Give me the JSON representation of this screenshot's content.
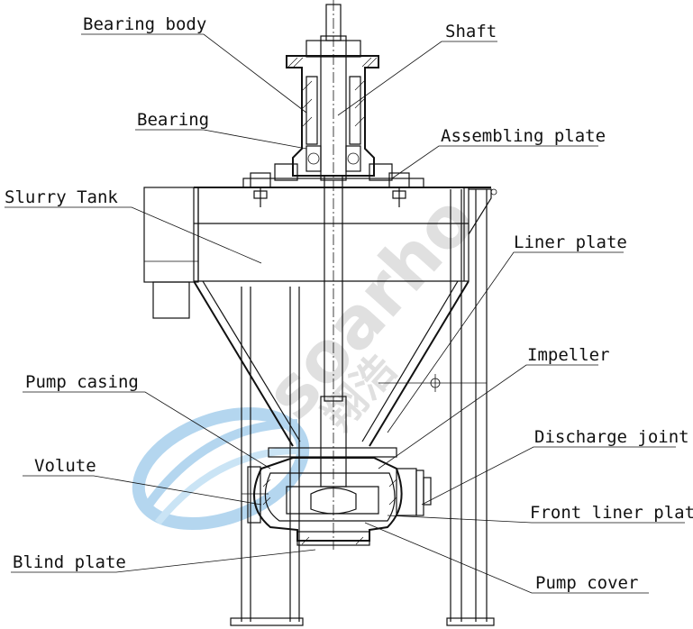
{
  "labels": {
    "bearing_body": "Bearing body",
    "shaft": "Shaft",
    "bearing": "Bearing",
    "assembling_plate": "Assembling plate",
    "slurry_tank": "Slurry Tank",
    "liner_plate": "Liner plate",
    "impeller": "Impeller",
    "pump_casing": "Pump casing",
    "discharge_joint": "Discharge joint",
    "volute": "Volute",
    "front_liner_plate": "Front liner plate",
    "blind_plate": "Blind plate",
    "pump_cover": "Pump cover"
  },
  "watermark": {
    "brand": "soarho",
    "chinese": "翔浩",
    "logo_color": "#5aa6dc"
  }
}
